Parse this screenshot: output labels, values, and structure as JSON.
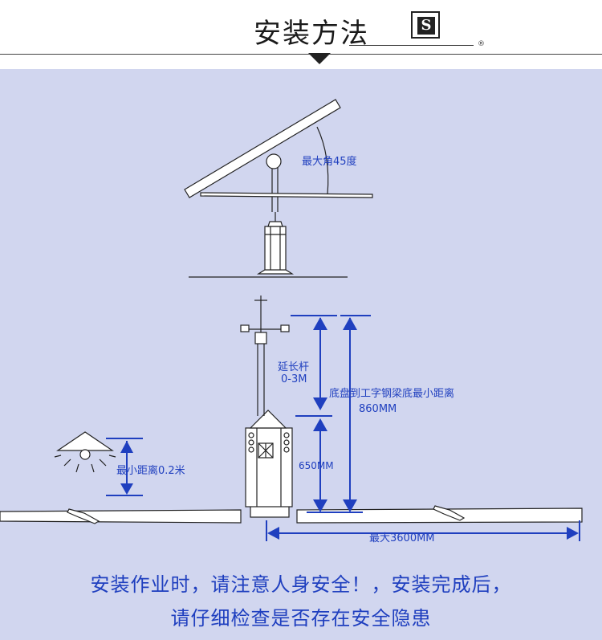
{
  "header": {
    "title": "安装方法",
    "logo_letter": "S",
    "registered_mark": "®"
  },
  "diagram": {
    "labels": {
      "max_angle": "最大角45度",
      "extension_rod": "延长杆",
      "extension_range": "0-3M",
      "chassis_to_beam": "底盘到工字钢梁底最小距离",
      "chassis_distance": "860MM",
      "min_light_distance": "最小距离0.2米",
      "motor_height": "650MM",
      "max_span": "最大3600MM"
    },
    "colors": {
      "background": "#d1d6ef",
      "dimension": "#1f3fbf",
      "line": "#222222"
    }
  },
  "notice": {
    "line1": "安装作业时，请注意人身安全！，安装完成后，",
    "line2": "请仔细检查是否存在安全隐患"
  }
}
